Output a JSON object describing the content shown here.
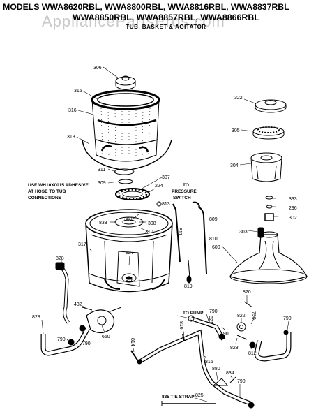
{
  "header": {
    "title_line1": "MODELS WWA8620RBL, WWA8800RBL, WWA8816RBL, WWA8837RBL",
    "title_line2": "WWA8850RBL, WWA8857RBL, WWA8866RBL",
    "subtitle": "TUB, BASKET & AGITATOR",
    "watermark": "AppliancePartsPros.com"
  },
  "notes": {
    "adhesive_1": "USE WH10X0015 ADHESIVE",
    "adhesive_2": "AT HOSE TO TUB",
    "adhesive_3": "CONNECTIONS",
    "pressure_1": "TO",
    "pressure_2": "PRESSURE",
    "pressure_3": "SWITCH",
    "to_pump": "TO PUMP",
    "tie_strap": "835 TIE STRAP"
  },
  "callouts": {
    "c306": "306",
    "c315": "315",
    "c316": "316",
    "c313": "313",
    "c311": "311",
    "c309a": "309",
    "c307": "307",
    "c224": "224",
    "c813": "813",
    "c809": "809",
    "c322": "322",
    "c305": "305",
    "c304": "304",
    "c333": "333",
    "c296": "296",
    "c302": "302",
    "c303": "303",
    "c600": "600",
    "c833": "833",
    "c309b": "309",
    "c308": "308",
    "c310": "310",
    "c811": "811",
    "c810": "810",
    "c317": "317",
    "c827": "827",
    "c826": "826",
    "c819": "819",
    "c432": "432",
    "c828a": "828",
    "c790a": "790",
    "c790b": "790",
    "c650": "650",
    "c828b": "828",
    "c814": "814",
    "c816": "816",
    "c820": "820",
    "c790c": "790",
    "c821": "821",
    "c822": "822",
    "c790d": "790",
    "c823": "823",
    "c812": "812",
    "c790e": "790",
    "c815": "815",
    "c880": "880",
    "c834": "834",
    "c790f": "790",
    "c825": "825",
    "c790g": "790"
  }
}
